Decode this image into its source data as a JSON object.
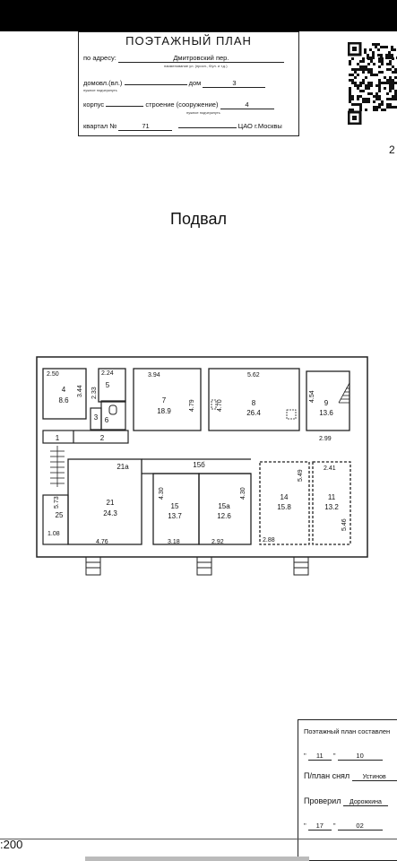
{
  "stamp": {
    "title": "ПОЭТАЖНЫЙ ПЛАН",
    "address_label": "по адресу:",
    "address_value": "Дмитровский пер.",
    "address_hint": "наименование ул. (просп., б/ул. и т.д.)",
    "house_label": "домовл.(вл.)",
    "house_hint": "нужное подчеркнуть",
    "dom_label": "дом",
    "dom_value": "3",
    "korpus_label": "корпус",
    "building_label": "строение (сооружение)",
    "building_value": "4",
    "building_hint": "нужное подчеркнуть",
    "quarter_label": "квартал №",
    "quarter_value": "71",
    "district": "ЦАО г.Москвы"
  },
  "page_number": "2",
  "level_title": "Подвал",
  "plan": {
    "dims": {
      "d_2_50": "2.50",
      "d_3_44": "3.44",
      "d_2_24": "2.24",
      "d_2_33": "2.33",
      "d_3_94": "3.94",
      "d_4_79": "4.79",
      "d_5_62": "5.62",
      "d_4_70": "4.70",
      "d_4_54": "4.54",
      "d_2_99": "2.99",
      "d_5_73": "5.73",
      "d_1_08": "1.08",
      "d_4_76": "4.76",
      "d_4_30a": "4.30",
      "d_3_18": "3.18",
      "d_4_30b": "4.30",
      "d_2_92": "2.92",
      "d_5_49": "5.49",
      "d_2_41": "2.41",
      "d_2_88": "2.88",
      "d_5_46": "5.46"
    },
    "rooms": [
      {
        "num": "4",
        "area": "8.6"
      },
      {
        "num": "5",
        "area": ""
      },
      {
        "num": "7",
        "area": "18.9"
      },
      {
        "num": "8",
        "area": "26.4"
      },
      {
        "num": "9",
        "area": "13.6"
      },
      {
        "num": "3",
        "area": ""
      },
      {
        "num": "6",
        "area": ""
      },
      {
        "num": "1",
        "area": ""
      },
      {
        "num": "2",
        "area": ""
      },
      {
        "num": "21а",
        "area": ""
      },
      {
        "num": "15б",
        "area": ""
      },
      {
        "num": "21",
        "area": "24.3"
      },
      {
        "num": "15",
        "area": "13.7"
      },
      {
        "num": "15а",
        "area": "12.6"
      },
      {
        "num": "14",
        "area": "15.8"
      },
      {
        "num": "11",
        "area": "13.2"
      },
      {
        "num": "25",
        "area": ""
      }
    ]
  },
  "scale": ":200",
  "signature": {
    "title": "Поэтажный план составлен",
    "date1_day": "11",
    "date1_month": "10",
    "taken_label": "П/план снял",
    "taken_name": "Устинов",
    "checked_label": "Проверил",
    "checked_name": "Дорожкина",
    "date2_day": "17",
    "date2_month": "02"
  }
}
